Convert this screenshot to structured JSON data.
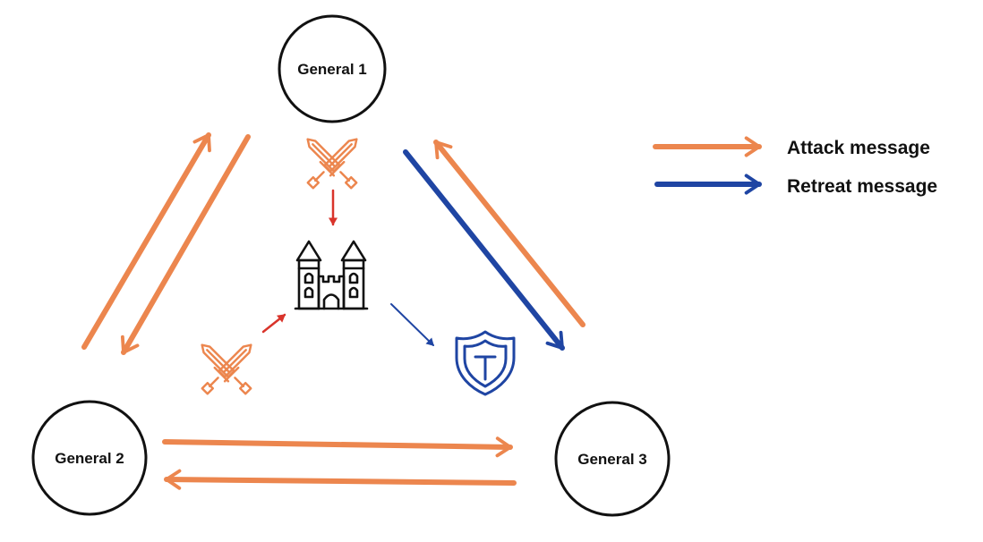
{
  "generals": {
    "g1": "General 1",
    "g2": "General 2",
    "g3": "General 3"
  },
  "legend": {
    "attack": "Attack message",
    "retreat": "Retreat message"
  },
  "colors": {
    "attack": "#ec864e",
    "retreat": "#1f45a3",
    "decision": "#d9342b",
    "ink": "#111111"
  },
  "icons": {
    "castle": "castle-icon",
    "attack_vote": "crossed-swords-icon",
    "retreat_vote": "shield-icon"
  }
}
